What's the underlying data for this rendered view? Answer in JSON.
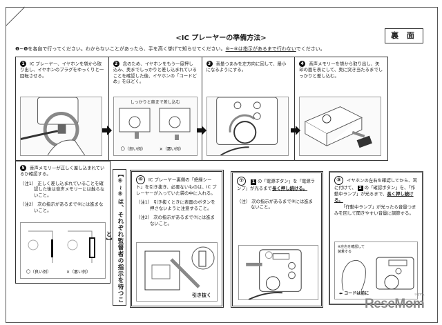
{
  "header": {
    "title": "<IC プレーヤーの準備方法>",
    "side_label": "裏 面",
    "intro_main": "❶~❺を各自で行ってください。わからないことがあったら、手を高く挙げて知らせてください。",
    "intro_underlined": "⑥~⑧は指示があるまで行わない",
    "intro_end": "でください。"
  },
  "steps": [
    {
      "num": "1",
      "text": "IC プレーヤー、イヤホンを袋から取り出し、イヤホンのプラグをゆっくりと一回転させる。"
    },
    {
      "num": "2",
      "text": "念のため、イヤホンをもう一度押し込み、奥までしっかりと差し込まれていることを確認した後、イヤホンの「コードどめ」をほどく。",
      "img_caption": "しっかりと奥まで差し込む",
      "good": "〇（良い例）",
      "bad": "✕（悪い例）"
    },
    {
      "num": "3",
      "text": "音量つまみを左方向に回して、最小になるようにする。"
    },
    {
      "num": "4",
      "text": "音声メモリーを袋から取り出し、矢印の面を表にして、奥に突き当たるまでしっかりと差し込む。"
    },
    {
      "num": "5",
      "text": "音声メモリーが正しく差し込まれているか確認する。",
      "note1": "（注1） 正しく差し込まれていることを確認した後は音声メモリーには触らないこと。",
      "note2": "（注2） 次の指示があるまで⑥には進まないこと。",
      "good": "〇（良い例）",
      "bad": "✕（悪い例）"
    },
    {
      "num": "⑥",
      "text": "IC プレーヤー裏側の「絶縁シート」を引き抜き、必要ないものは、IC プレーヤーが入っていた袋の中に入れる。",
      "note1": "（注1） 引き抜くときに表面のボタンを押さないように注意すること。",
      "note2": "（注2） 次の指示があるまで⑦には進まないこと。",
      "img_caption": "引き抜く"
    },
    {
      "num": "⑦",
      "badge": "1",
      "text_a": "の「電源ボタン」を「電源ランプ」が光るまで",
      "text_u": "長く押し続ける。",
      "note1": "（注） 次の指示があるまで⑧には進まないこと。"
    },
    {
      "num": "⑧",
      "badge": "2",
      "text_a": "イヤホンの左右を確認してから、耳に付けて、",
      "text_b": "の「確認ボタン」を、「作動中ランプ」が光るまで、",
      "text_u": "長く押し続ける。",
      "text_c": "「作動中ランプ」が光ったら音量つまみを回して聞きやすい音量に調節する。",
      "img_note": "※左右を確認して装着する",
      "img_caption": "⬅ コードは前に"
    }
  ],
  "wait_notice": "【⑥~⑧は、それぞれ監督者の指示を待つこと】",
  "logo": {
    "text": "ReseMom",
    "ruby": "リセマム"
  }
}
